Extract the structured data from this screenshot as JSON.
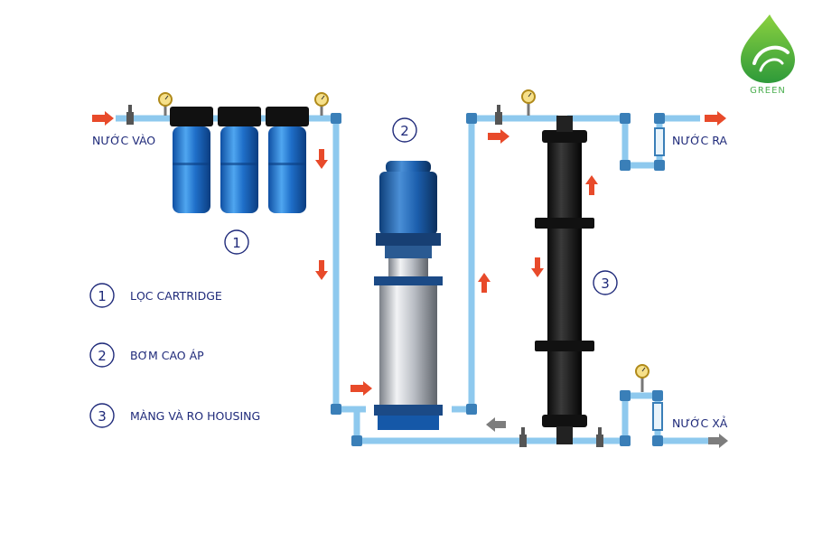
{
  "logo": {
    "text": "GREEN",
    "color": "#4caf50"
  },
  "labels": {
    "inlet": "NƯỚC VÀO",
    "outlet": "NƯỚC RA",
    "drain": "NƯỚC XẢ"
  },
  "markers": {
    "filter": "1",
    "pump": "2",
    "membrane": "3"
  },
  "legend": [
    {
      "num": "1",
      "text": "LỌC CARTRIDGE"
    },
    {
      "num": "2",
      "text": "BƠM CAO ÁP"
    },
    {
      "num": "3",
      "text": "MÀNG VÀ RO HOUSING"
    }
  ],
  "colors": {
    "pipe": "#8ec9ee",
    "pipe_dark": "#3a7fb8",
    "filter": "#1f6fc9",
    "arrow": "#e84a2a",
    "arrow_gray": "#7d7d7d",
    "text": "#1f2a7a"
  }
}
